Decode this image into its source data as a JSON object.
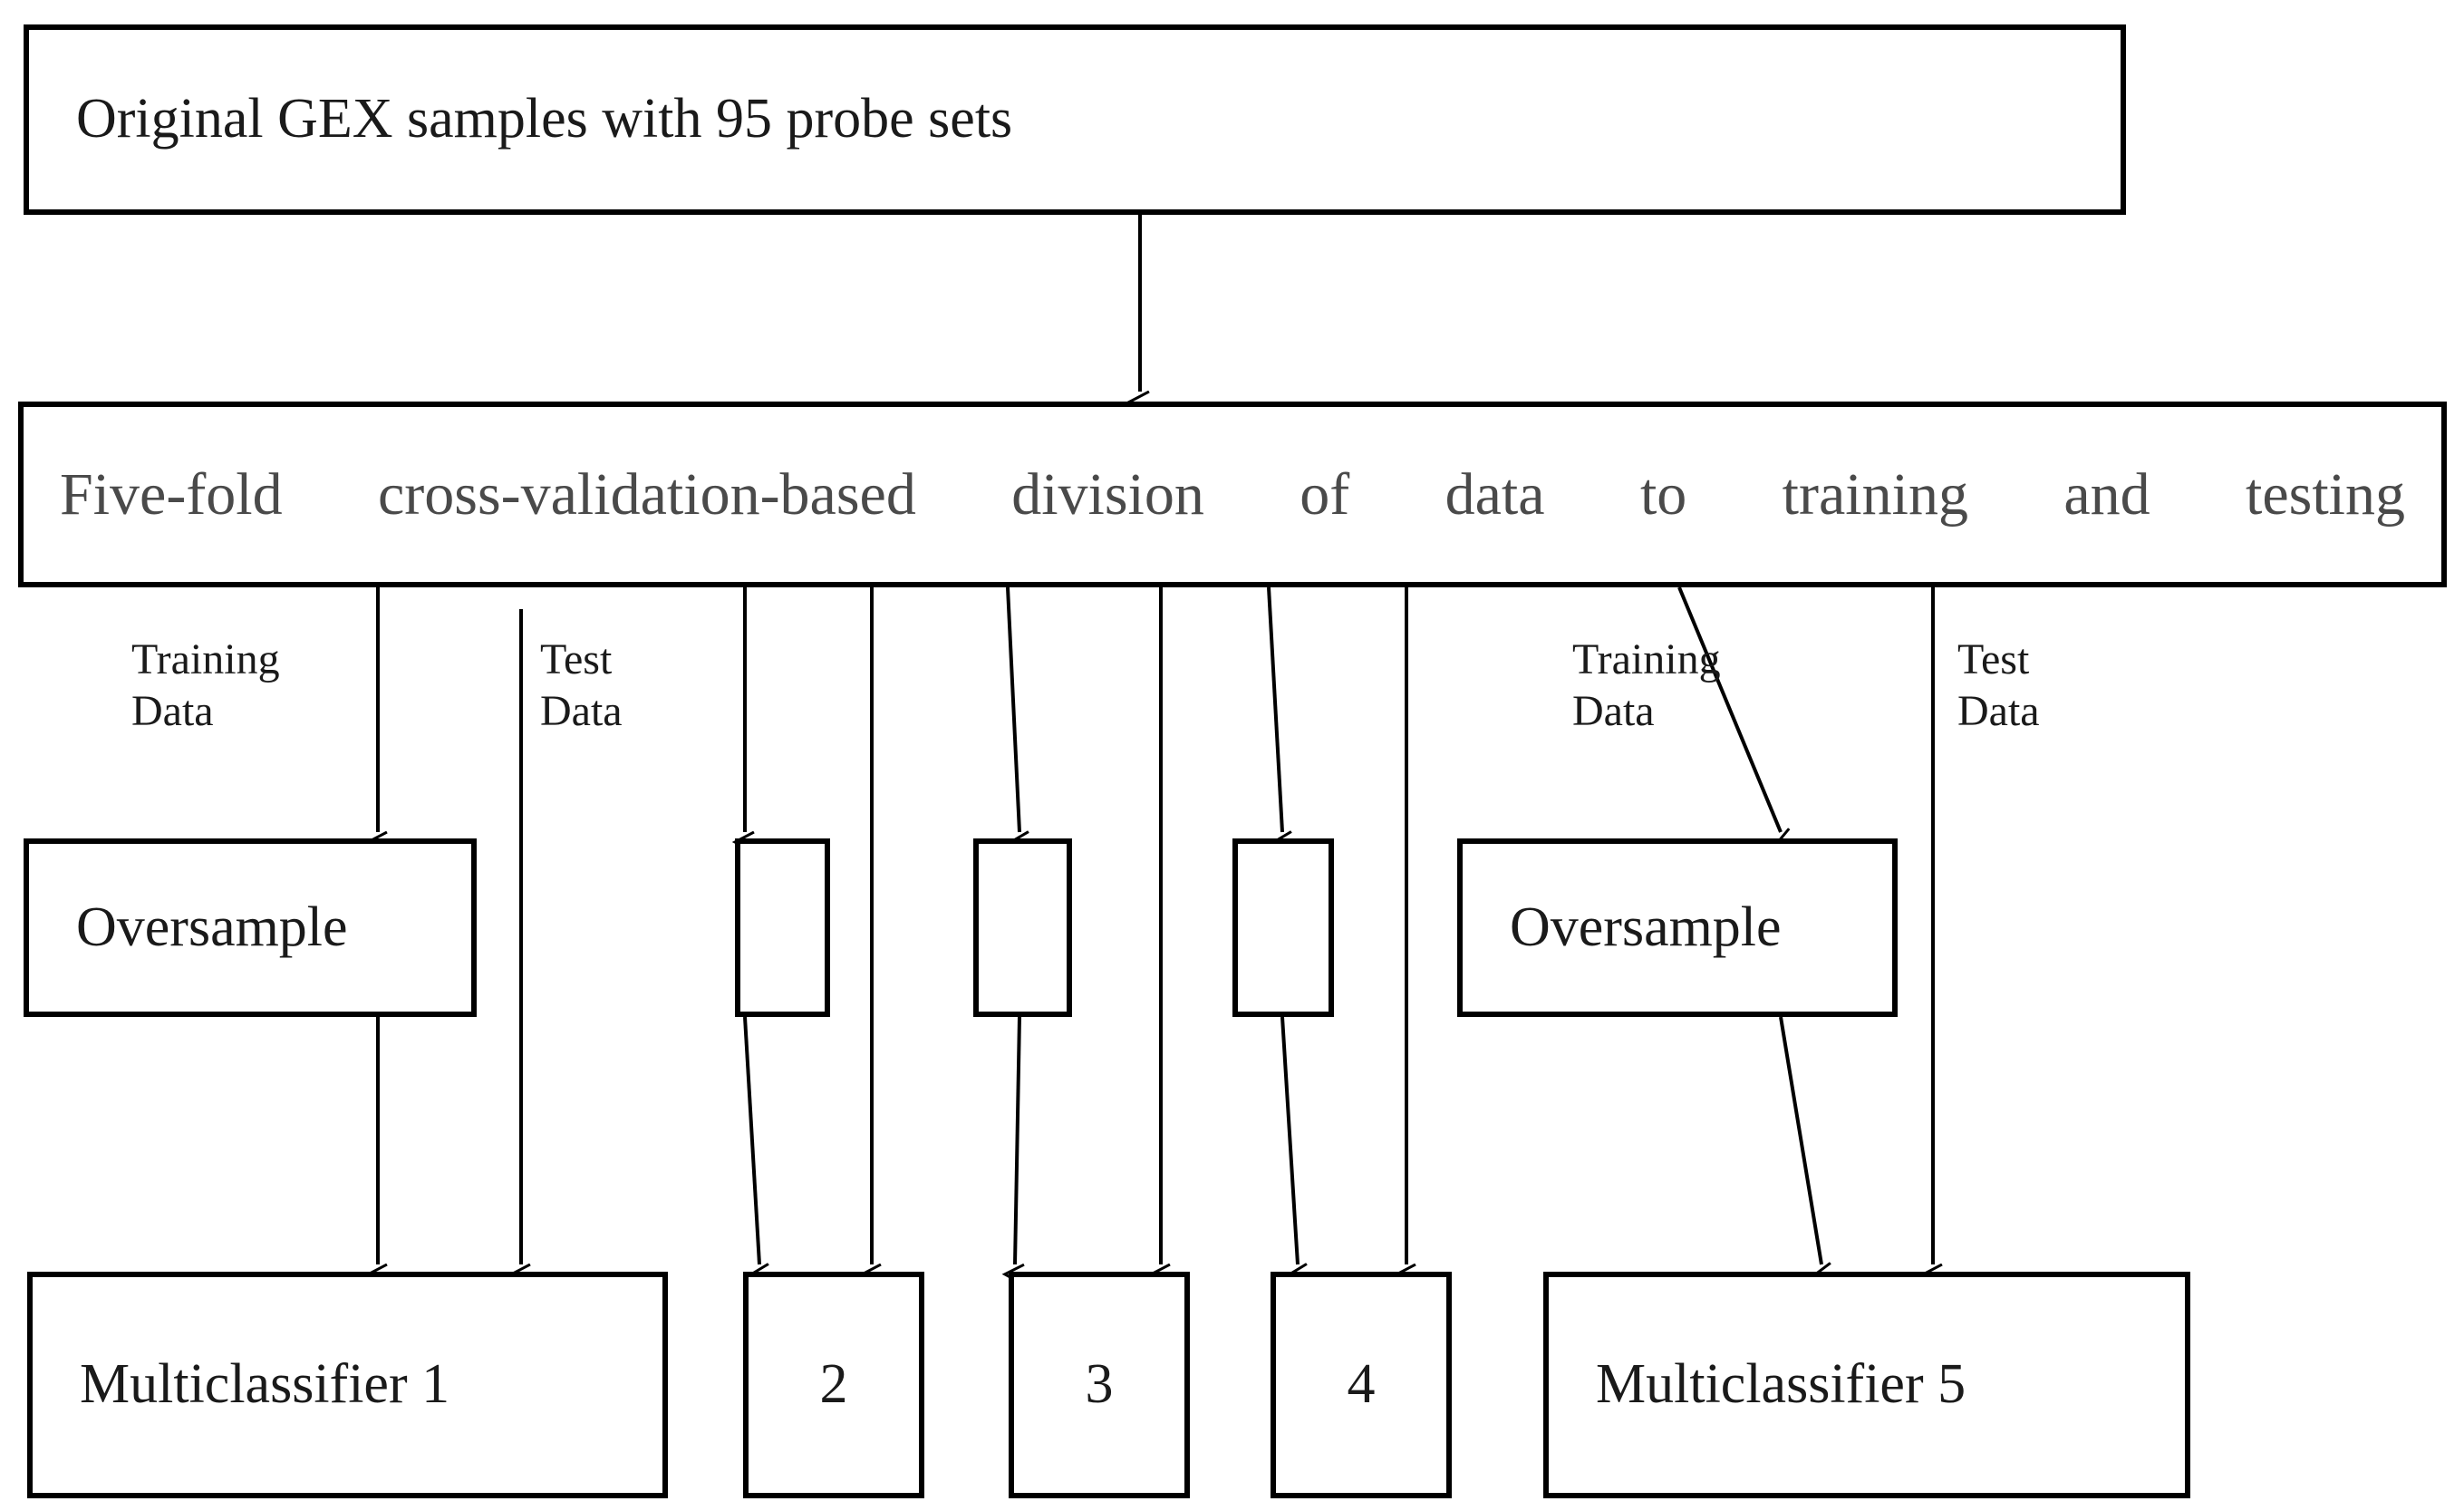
{
  "diagram": {
    "title_node": {
      "id": "original-gex",
      "label": "Original GEX samples with 95 probe sets"
    },
    "cv_node": {
      "id": "five-fold-cv",
      "label": "Five-fold cross-validation-based division of data to training and testing"
    },
    "edge_labels": [
      {
        "id": "training-data-left",
        "text": "Training\nData"
      },
      {
        "id": "test-data-left",
        "text": "Test\nData"
      },
      {
        "id": "training-data-right",
        "text": "Training\nData"
      },
      {
        "id": "test-data-right",
        "text": "Test\nData"
      }
    ],
    "oversample_nodes": [
      {
        "id": "oversample-1",
        "label": "Oversample"
      },
      {
        "id": "oversample-2",
        "label": ""
      },
      {
        "id": "oversample-3",
        "label": ""
      },
      {
        "id": "oversample-4",
        "label": ""
      },
      {
        "id": "oversample-5",
        "label": "Oversample"
      }
    ],
    "classifier_nodes": [
      {
        "id": "multiclassifier-1",
        "label": "Multiclassifier 1"
      },
      {
        "id": "multiclassifier-2",
        "label": "2"
      },
      {
        "id": "multiclassifier-3",
        "label": "3"
      },
      {
        "id": "multiclassifier-4",
        "label": "4"
      },
      {
        "id": "multiclassifier-5",
        "label": "Multiclassifier 5"
      }
    ],
    "colors": {
      "stroke": "#000000",
      "text": "#1a1a1a",
      "muted_text": "#4a4a4a",
      "background": "#ffffff"
    }
  }
}
